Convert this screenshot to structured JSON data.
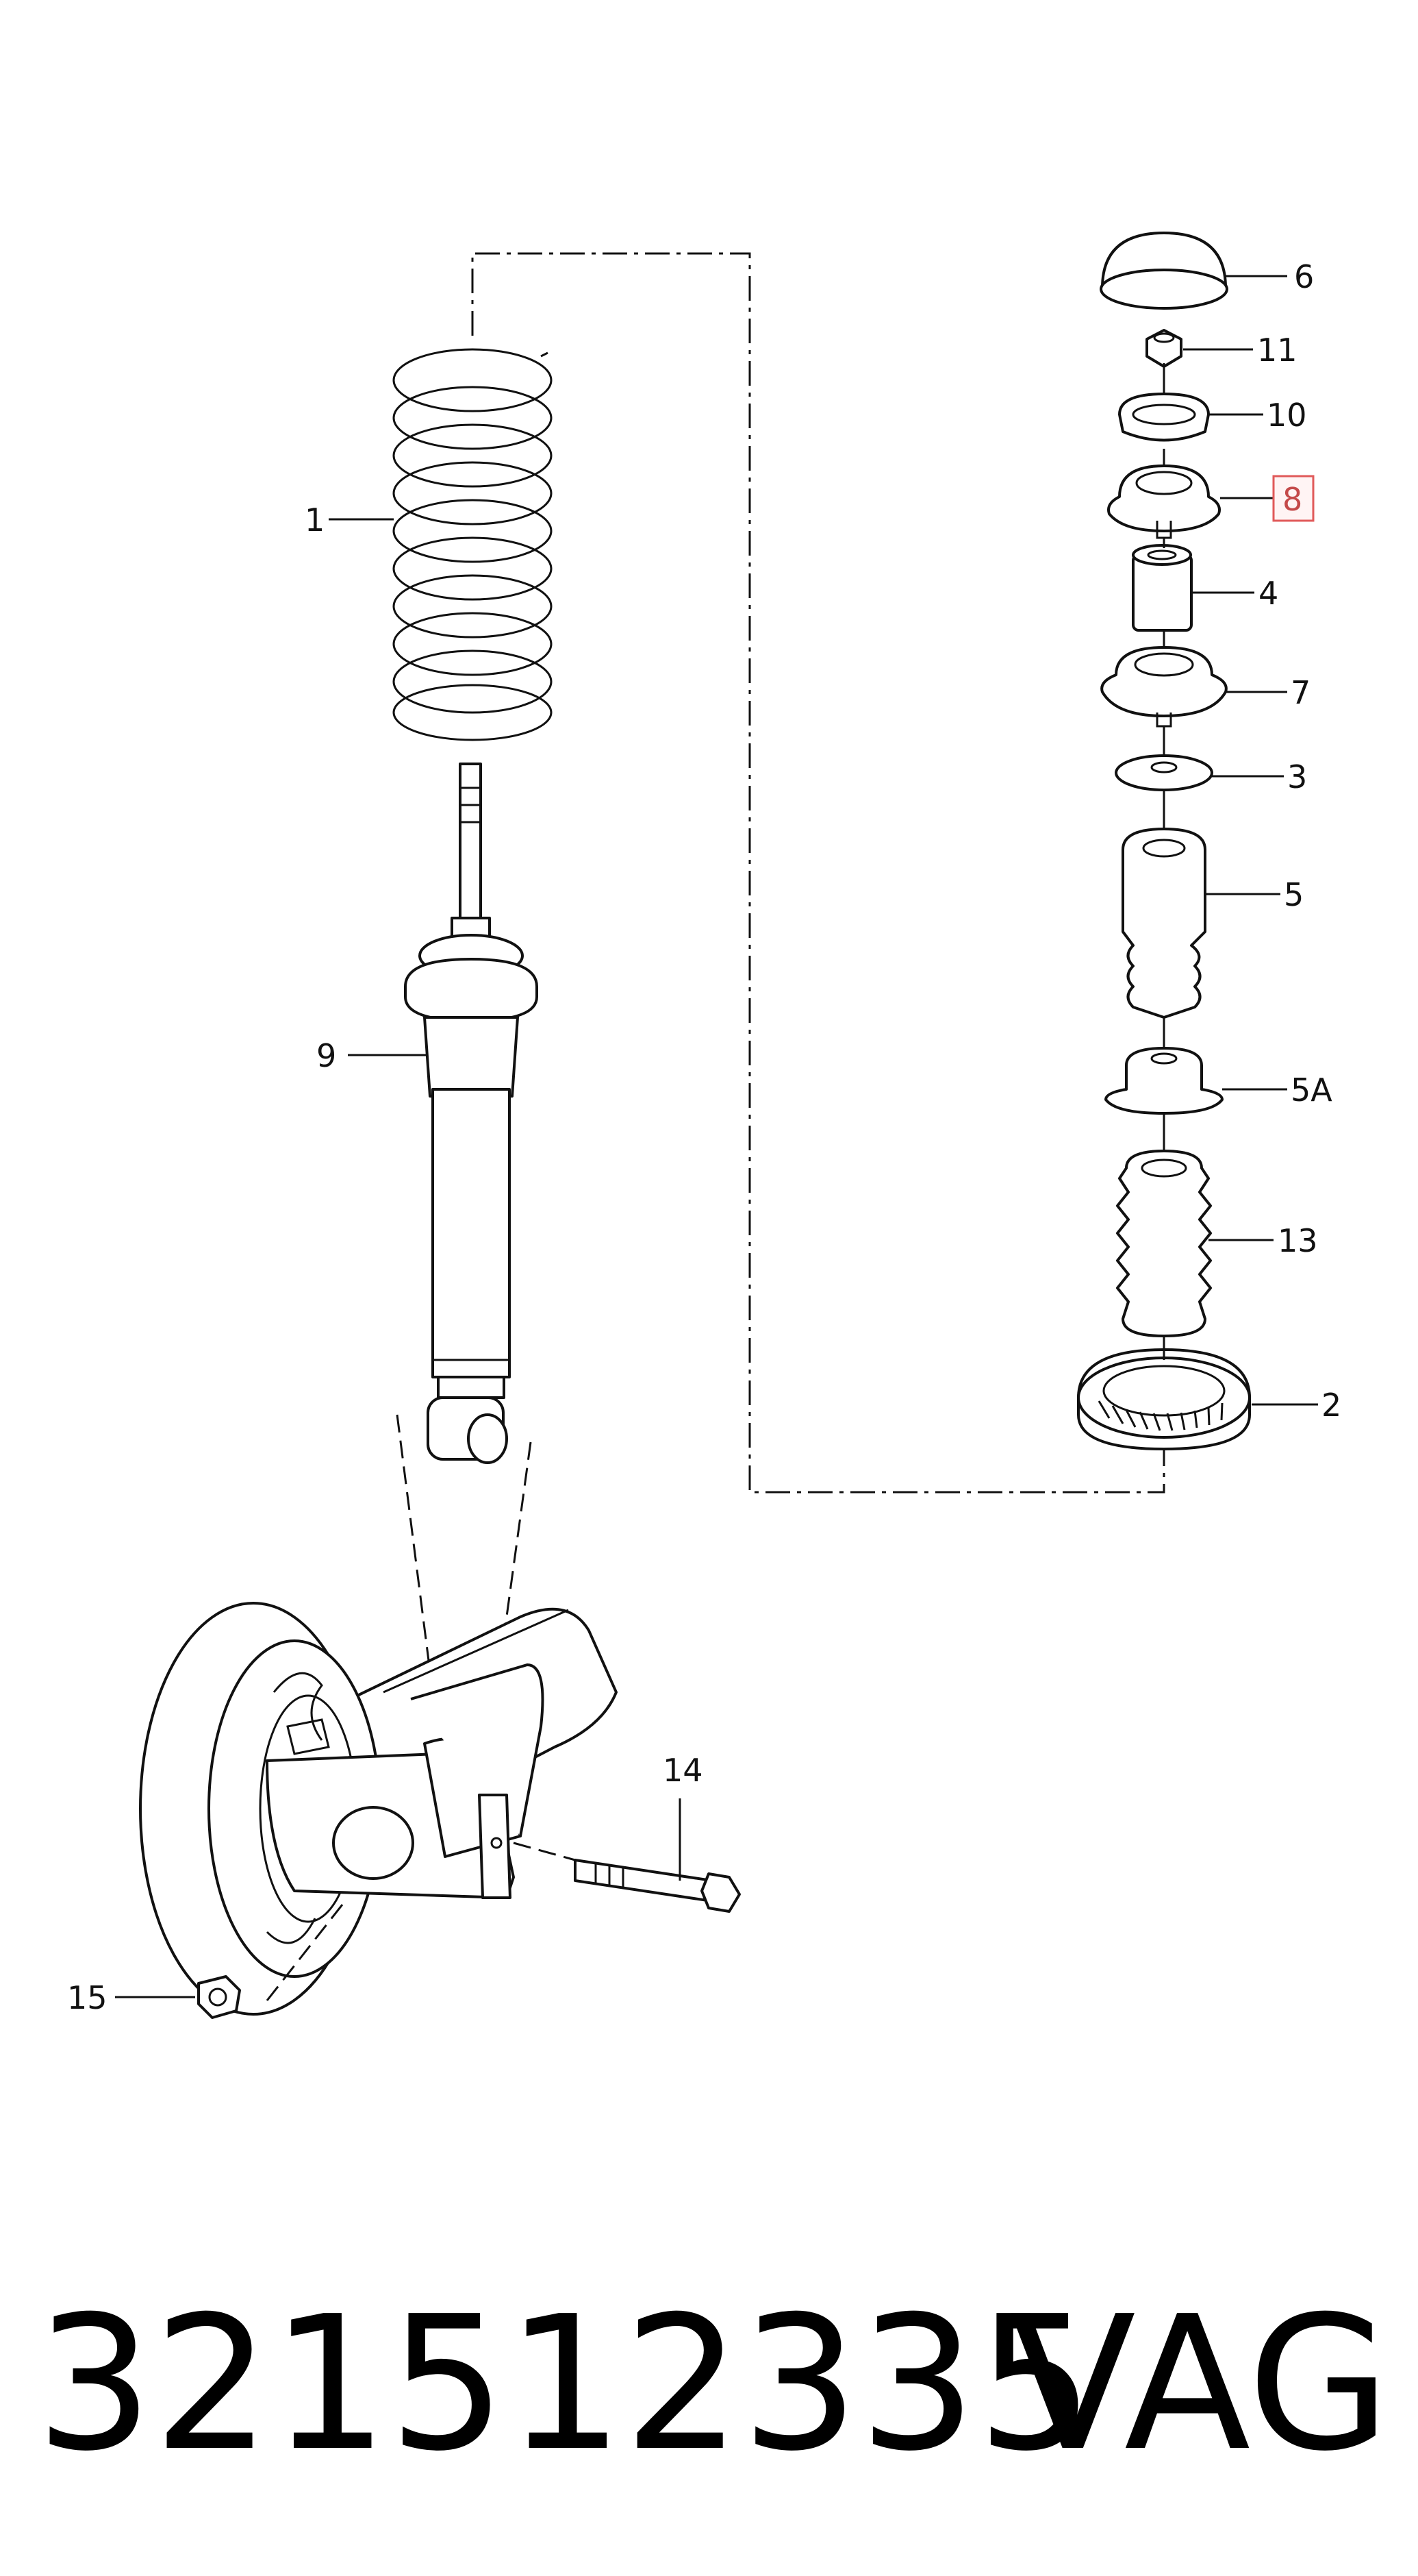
{
  "diagram": {
    "callouts": {
      "c1": "1",
      "c2": "2",
      "c3": "3",
      "c4": "4",
      "c5": "5",
      "c5a": "5A",
      "c6": "6",
      "c7": "7",
      "c8": "8",
      "c9": "9",
      "c10": "10",
      "c11": "11",
      "c13": "13",
      "c14": "14",
      "c15": "15"
    },
    "highlighted_callout": "8",
    "highlight_color": "#e05a5a"
  },
  "footer": {
    "part_number": "321512335",
    "brand": "VAG"
  }
}
